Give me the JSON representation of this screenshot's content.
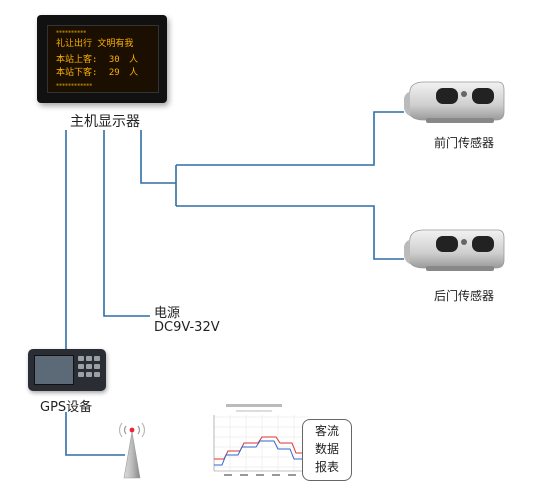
{
  "display": {
    "label": "主机显示器",
    "screen_line1": "礼让出行 文明有我",
    "screen_line2_label": "本站上客:",
    "screen_line2_value": "30",
    "screen_line2_unit": "人",
    "screen_line3_label": "本站下客:",
    "screen_line3_value": "29",
    "screen_line3_unit": "人"
  },
  "front_sensor": {
    "label": "前门传感器"
  },
  "rear_sensor": {
    "label": "后门传感器"
  },
  "power": {
    "label": "电源",
    "voltage": "DC9V-32V"
  },
  "gps": {
    "label": "GPS设备"
  },
  "report": {
    "line1": "客流",
    "line2": "数据",
    "line3": "报表"
  },
  "colors": {
    "line": "#2f6fa6",
    "led": "#ffb000",
    "chart_red": "#d33",
    "chart_blue": "#36c"
  }
}
